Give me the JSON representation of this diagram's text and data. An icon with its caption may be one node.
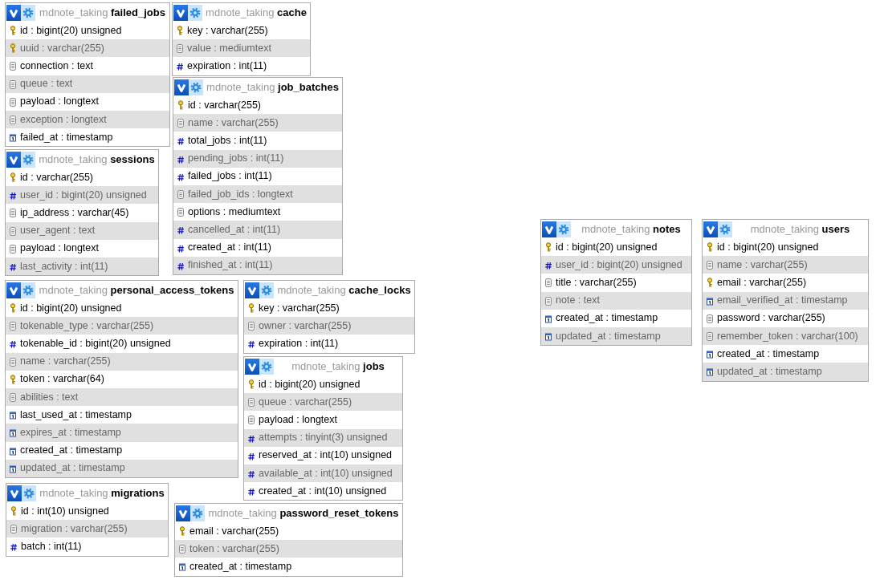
{
  "diagram": {
    "nodes": [
      {
        "text": [
          "mdnote_taking **failed_jobs**",
          "id : bigint(20) unsigned",
          "uuid : varchar(255)",
          "connection : text",
          "queue : text",
          "payload : longtext",
          "exception : longtext",
          "failed_at : timestamp"
        ]
      },
      {
        "text": [
          "mdnote_taking **cache**",
          "key : varchar(255)",
          "value : mediumtext",
          "expiration : int(11)"
        ]
      },
      {
        "text": [
          "mdnote_taking **job_batches**",
          "id : varchar(255)",
          "name : varchar(255)",
          "total_jobs : int(11)",
          "pending_jobs : int(11)",
          "failed_jobs : int(11)",
          "failed_job_ids : longtext",
          "options : mediumtext",
          "cancelled_at : int(11)",
          "created_at : int(11)",
          "finished_at : int(11)"
        ]
      },
      {
        "text": [
          "mdnote_taking **sessions**",
          "id : varchar(255)",
          "user_id : bigint(20) unsigned",
          "ip_address : varchar(45)",
          "user_agent : text",
          "payload : longtext",
          "last_activity : int(11)"
        ]
      },
      {
        "text": [
          "mdnote_taking **personal_access_tokens**",
          "id : bigint(20) unsigned",
          "tokenable_type : varchar(255)",
          "tokenable_id : bigint(20) unsigned",
          "name : varchar(255)",
          "token : varchar(64)",
          "abilities : text",
          "last_used_at : timestamp",
          "expires_at : timestamp",
          "created_at : timestamp",
          "updated_at : timestamp"
        ]
      },
      {
        "text": [
          "mdnote_taking **cache_locks**",
          "key : varchar(255)",
          "owner : varchar(255)",
          "expiration : int(11)"
        ]
      },
      {
        "text": [
          "mdnote_taking **jobs**",
          "id : bigint(20) unsigned",
          "queue : varchar(255)",
          "payload : longtext",
          "attempts : tinyint(3) unsigned",
          "reserved_at : int(10) unsigned",
          "available_at : int(10) unsigned",
          "created_at : int(10) unsigned"
        ]
      },
      {
        "text": [
          "mdnote_taking **migrations**",
          "id : int(10) unsigned",
          "migration : varchar(255)",
          "batch : int(11)"
        ]
      },
      {
        "text": [
          "mdnote_taking **password_reset_tokens**",
          "email : varchar(255)",
          "token : varchar(255)",
          "created_at : timestamp"
        ]
      },
      {
        "text": [
          "mdnote_taking **notes**",
          "id : bigint(20) unsigned",
          "user_id : bigint(20) unsigned",
          "title : varchar(255)",
          "note : text",
          "created_at : timestamp",
          "updated_at : timestamp"
        ]
      },
      {
        "text": [
          "mdnote_taking **users**",
          "id : bigint(20) unsigned",
          "name : varchar(255)",
          "email : varchar(255)",
          "email_verified_at : timestamp",
          "password : varchar(255)",
          "remember_token : varchar(100)",
          "created_at : timestamp",
          "updated_at : timestamp"
        ]
      }
    ]
  }
}
